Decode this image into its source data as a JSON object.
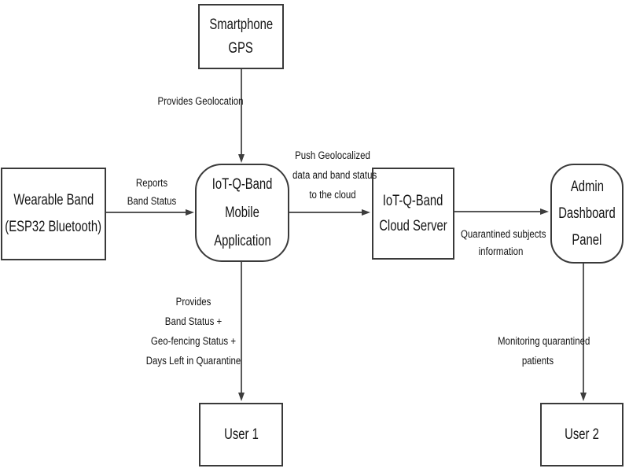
{
  "diagram_title": "IoT-Q-Band quarantine monitoring system flow diagram",
  "colors": {
    "background": "#ffffff",
    "node_border": "#3a3a3a",
    "text": "#141414",
    "arrow": "#3d3d3d"
  },
  "nodes": [
    {
      "id": "smartphone-gps",
      "shape": "rect",
      "lines": [
        "Smartphone",
        "GPS"
      ]
    },
    {
      "id": "wearable-band",
      "shape": "rect",
      "lines": [
        "Wearable Band",
        "(ESP32 Bluetooth)"
      ]
    },
    {
      "id": "mobile-app",
      "shape": "rounded",
      "lines": [
        "IoT-Q-Band",
        "Mobile",
        "Application"
      ]
    },
    {
      "id": "cloud-server",
      "shape": "rect",
      "lines": [
        "IoT-Q-Band",
        "Cloud Server"
      ]
    },
    {
      "id": "admin-dashboard",
      "shape": "rounded",
      "lines": [
        "Admin",
        "Dashboard",
        "Panel"
      ]
    },
    {
      "id": "user-1",
      "shape": "rect",
      "lines": [
        "User 1"
      ]
    },
    {
      "id": "user-2",
      "shape": "rect",
      "lines": [
        "User 2"
      ]
    }
  ],
  "edges": [
    {
      "id": "gps-to-app",
      "from": "smartphone-gps",
      "to": "mobile-app",
      "label_lines": [
        "Provides Geolocation"
      ]
    },
    {
      "id": "band-to-app",
      "from": "wearable-band",
      "to": "mobile-app",
      "label_lines": [
        "Reports",
        "Band Status"
      ]
    },
    {
      "id": "app-to-cloud",
      "from": "mobile-app",
      "to": "cloud-server",
      "label_lines": [
        "Push Geolocalized",
        "data and band status",
        "to the cloud"
      ]
    },
    {
      "id": "cloud-to-admin",
      "from": "cloud-server",
      "to": "admin-dashboard",
      "label_lines": [
        "Quarantined subjects",
        "information"
      ]
    },
    {
      "id": "app-to-user1",
      "from": "mobile-app",
      "to": "user-1",
      "label_lines": [
        "Provides",
        "Band Status +",
        "Geo-fencing Status +",
        "Days Left in Quarantine"
      ]
    },
    {
      "id": "admin-to-user2",
      "from": "admin-dashboard",
      "to": "user-2",
      "label_lines": [
        "Monitoring quarantined",
        "patients"
      ]
    }
  ]
}
